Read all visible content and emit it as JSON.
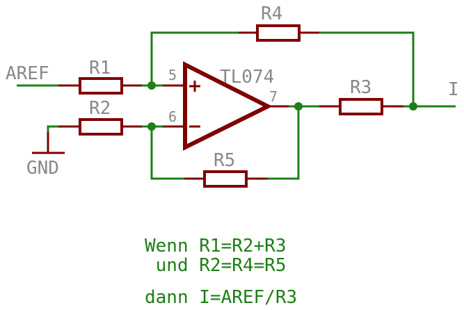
{
  "diagram": {
    "title": "Howland current source",
    "colors": {
      "wire": "#1e7f16",
      "component": "#7f0000",
      "label": "#888888",
      "note": "#1e7f16"
    },
    "nets": {
      "input": "AREF",
      "ground": "GND",
      "output": "I"
    },
    "opamp": {
      "part": "TL074",
      "pin_noninv": "5",
      "pin_inv": "6",
      "pin_out": "7",
      "plus_sign": "+",
      "minus_sign": "−"
    },
    "resistors": {
      "r1": "R1",
      "r2": "R2",
      "r3": "R3",
      "r4": "R4",
      "r5": "R5"
    },
    "notes": {
      "line1": "Wenn R1=R2+R3",
      "line2": " und R2=R4=R5",
      "line3": "dann I=AREF/R3"
    }
  }
}
